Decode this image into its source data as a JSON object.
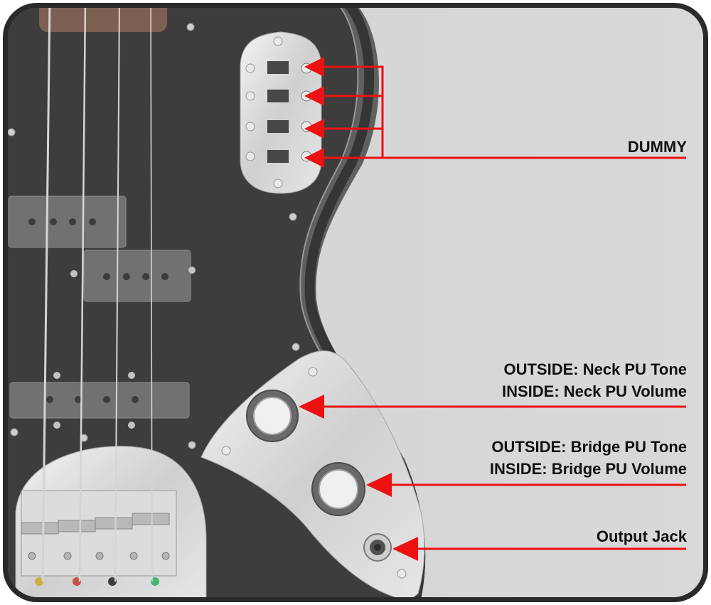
{
  "labels": {
    "dummy": "DUMMY",
    "neck_outside": "OUTSIDE: Neck PU Tone",
    "neck_inside": "INSIDE: Neck PU Volume",
    "bridge_outside": "OUTSIDE: Bridge PU Tone",
    "bridge_inside": "INSIDE: Bridge PU Volume",
    "output_jack": "Output Jack"
  },
  "colors": {
    "arrow": "#ee1111",
    "pickguard": "#262626",
    "body_bg": "#5a5a5a",
    "frame": "#2a2a2a",
    "chrome": "#d6d6d6",
    "panel": "#d3d3d3"
  },
  "icons": [
    "switch-plate",
    "control-plate",
    "knob",
    "output-jack",
    "bridge",
    "pickup",
    "string"
  ]
}
